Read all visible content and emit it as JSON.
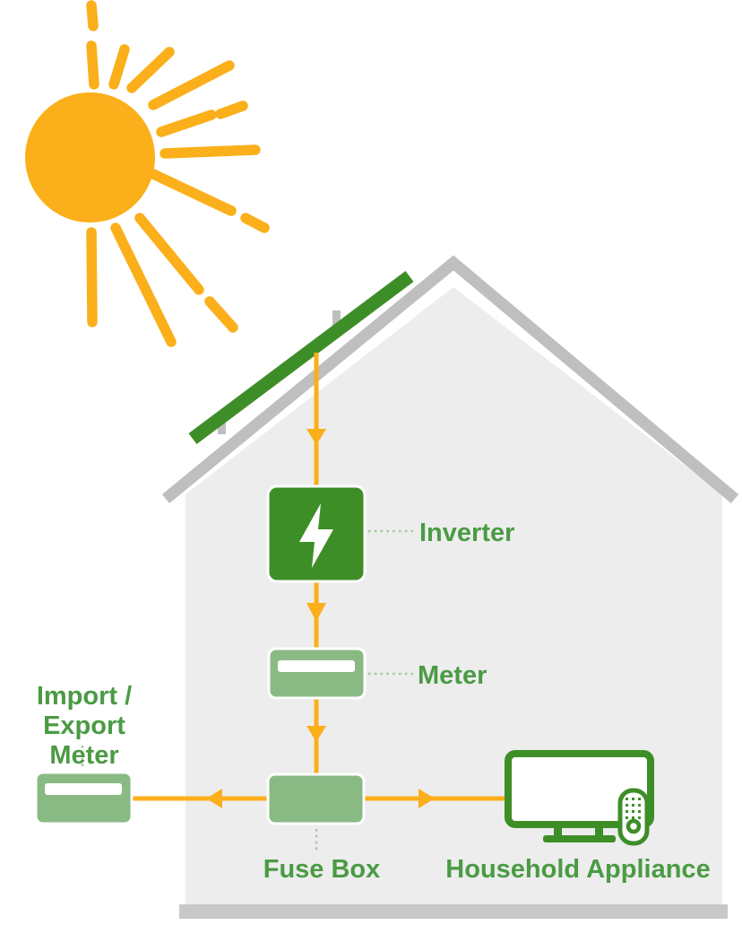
{
  "colors": {
    "amber": "#FBAF1A",
    "green_dark": "#3E8E28",
    "green_light": "#8ABA84",
    "green_text": "#4A9B44",
    "leader_green": "#A6C8A1",
    "roof_gray": "#BFBFBF",
    "wall_gray": "#EDEDED",
    "ground_gray": "#C8C8C8"
  },
  "diagram": {
    "type": "solar-energy-home-flow-diagram",
    "labels": {
      "inverter": "Inverter",
      "meter": "Meter",
      "import_export_line1": "Import / Export",
      "import_export_line2": "Meter",
      "fuse_box": "Fuse Box",
      "household_appliance": "Household Appliance"
    },
    "icons": [
      "sun-icon",
      "solar-panel-icon",
      "house-icon",
      "lightning-bolt-icon",
      "electric-meter-icon",
      "import-export-meter-icon",
      "fuse-box-icon",
      "tv-icon",
      "remote-control-icon"
    ],
    "connections": [
      {
        "from": "solar-panel",
        "to": "inverter"
      },
      {
        "from": "inverter",
        "to": "meter"
      },
      {
        "from": "meter",
        "to": "fuse-box"
      },
      {
        "from": "fuse-box",
        "to": "import-export-meter"
      },
      {
        "from": "fuse-box",
        "to": "household-appliance"
      }
    ]
  }
}
